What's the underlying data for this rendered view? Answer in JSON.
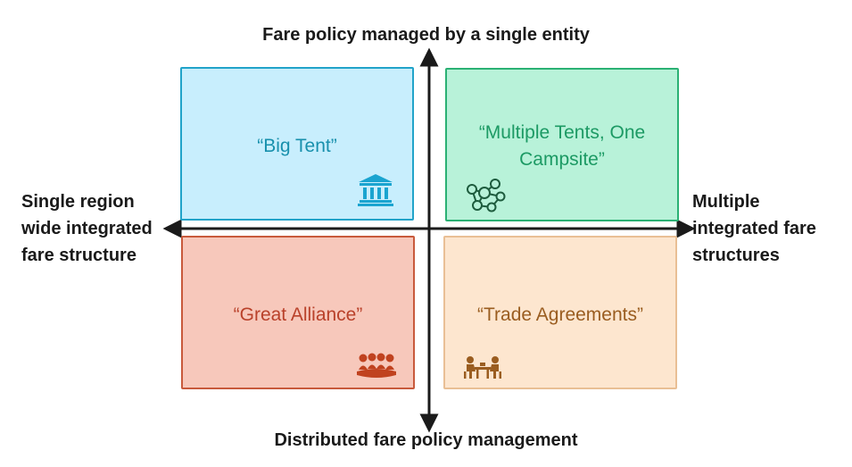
{
  "axes": {
    "top": "Fare policy managed by a single entity",
    "bottom": "Distributed fare policy management",
    "left": "Single region\nwide integrated\nfare structure",
    "right": "Multiple\nintegrated fare\nstructures"
  },
  "quadrants": [
    {
      "position": "top-left",
      "title": "“Big Tent”",
      "icon": "government-building-icon",
      "color": "#1890ad"
    },
    {
      "position": "top-right",
      "title": "“Multiple Tents, One Campsite”",
      "icon": "network-nodes-icon",
      "color": "#1c9a64"
    },
    {
      "position": "bottom-left",
      "title": "“Great Alliance”",
      "icon": "meeting-table-icon",
      "color": "#b9412a"
    },
    {
      "position": "bottom-right",
      "title": "“Trade Agreements”",
      "icon": "negotiation-icon",
      "color": "#9a5d20"
    }
  ]
}
